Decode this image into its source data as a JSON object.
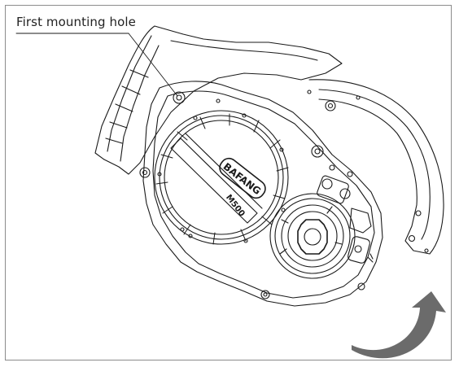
{
  "figure": {
    "callout_label": "First mounting hole",
    "motor_brand": "BAFANG",
    "motor_model": "M500",
    "line_color": "#1a1a1a",
    "arrow_color": "#6b6b6b"
  }
}
